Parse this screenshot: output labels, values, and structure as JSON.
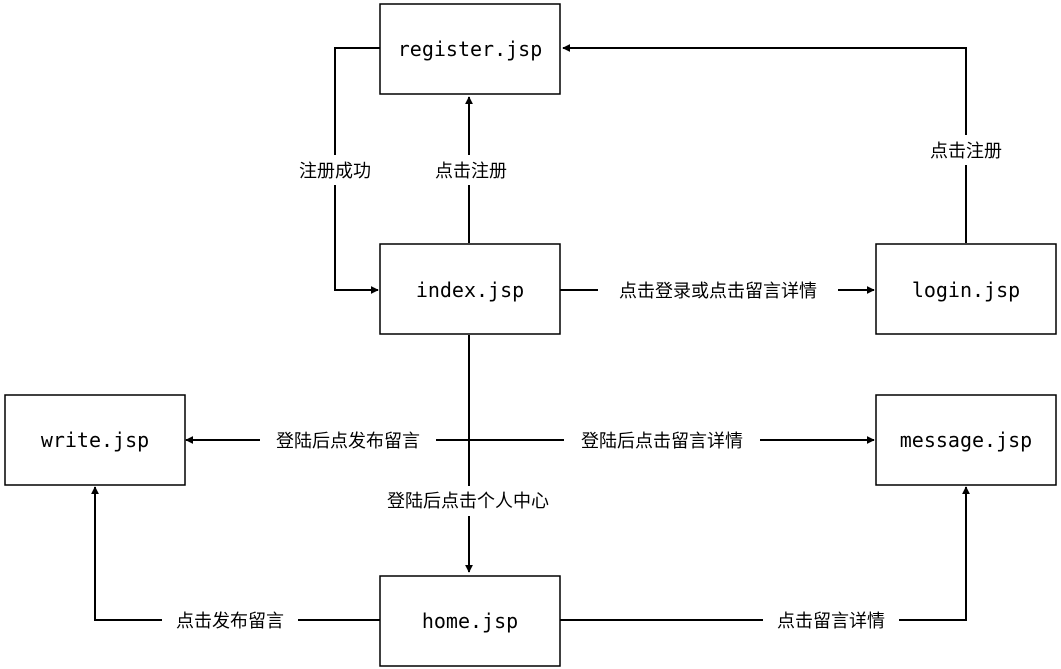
{
  "nodes": {
    "register": "register.jsp",
    "index": "index.jsp",
    "login": "login.jsp",
    "write": "write.jsp",
    "message": "message.jsp",
    "home": "home.jsp"
  },
  "edges": {
    "index_to_register": "点击注册",
    "register_to_index": "注册成功",
    "login_to_register": "点击注册",
    "index_to_login": "点击登录或点击留言详情",
    "index_to_write": "登陆后点发布留言",
    "index_to_message": "登陆后点击留言详情",
    "index_to_home": "登陆后点击个人中心",
    "home_to_write": "点击发布留言",
    "home_to_message": "点击留言详情"
  }
}
